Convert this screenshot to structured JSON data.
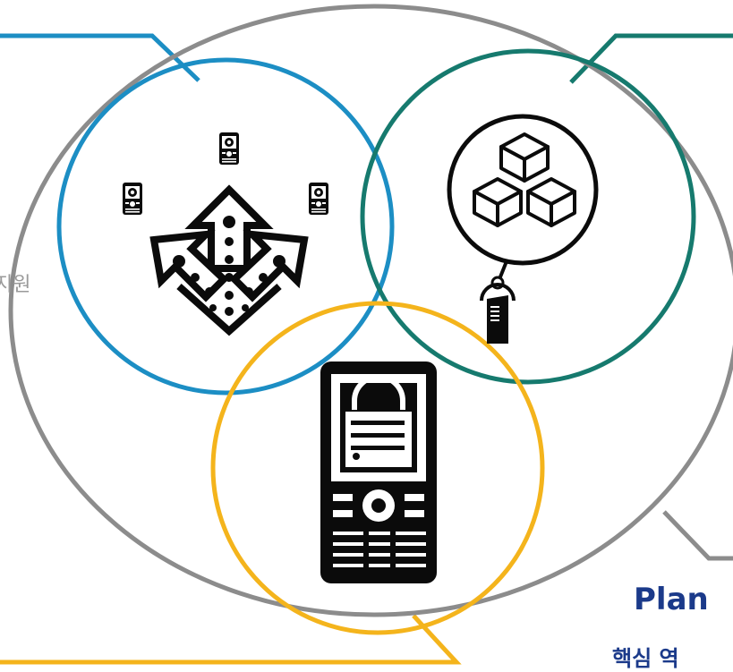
{
  "labels": {
    "left_fragment": "지원",
    "plan_title": "Plan",
    "plan_subtitle": "핵심 역"
  },
  "colors": {
    "outer_ring": "#8c8c8c",
    "blue_ring": "#1c8ec4",
    "teal_ring": "#167a6e",
    "gold_ring": "#f4b41c",
    "icon": "#0b0b0b",
    "title_text": "#1b3a8a"
  },
  "icons": {
    "top_left": "phone-distribution-arrows-icon",
    "top_right": "server-cubes-network-icon",
    "bottom": "locked-mobile-phone-icon"
  }
}
